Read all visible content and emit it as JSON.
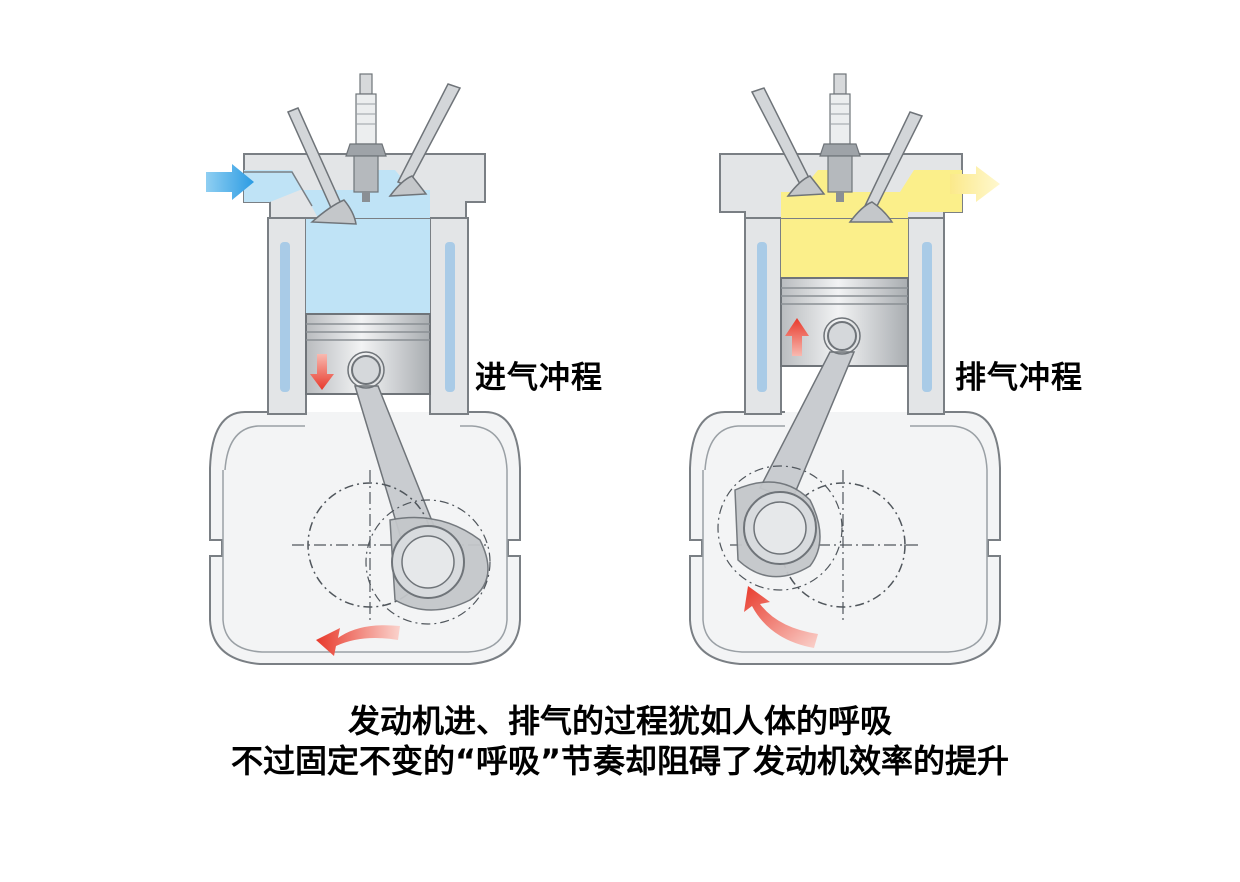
{
  "strokes": {
    "intake": {
      "label": "进气冲程",
      "gas_color": "#bfe3f6",
      "flow_arrow_color": "#3aa6e6",
      "motion": "down"
    },
    "exhaust": {
      "label": "排气冲程",
      "gas_color": "#fbef8a",
      "flow_arrow_color": "#fbe98a",
      "motion": "up"
    }
  },
  "caption": {
    "line1": "发动机进、排气的过程犹如人体的呼吸",
    "line2": "不过固定不变的“呼吸”节奏却阻碍了发动机效率的提升"
  },
  "colors": {
    "motion_arrow": "#e8392b",
    "engine_body": "#e6e8ea",
    "engine_outline": "#7a7f84",
    "metal": "#c4c7ca",
    "coolant_channel": "#a9cbe7"
  }
}
